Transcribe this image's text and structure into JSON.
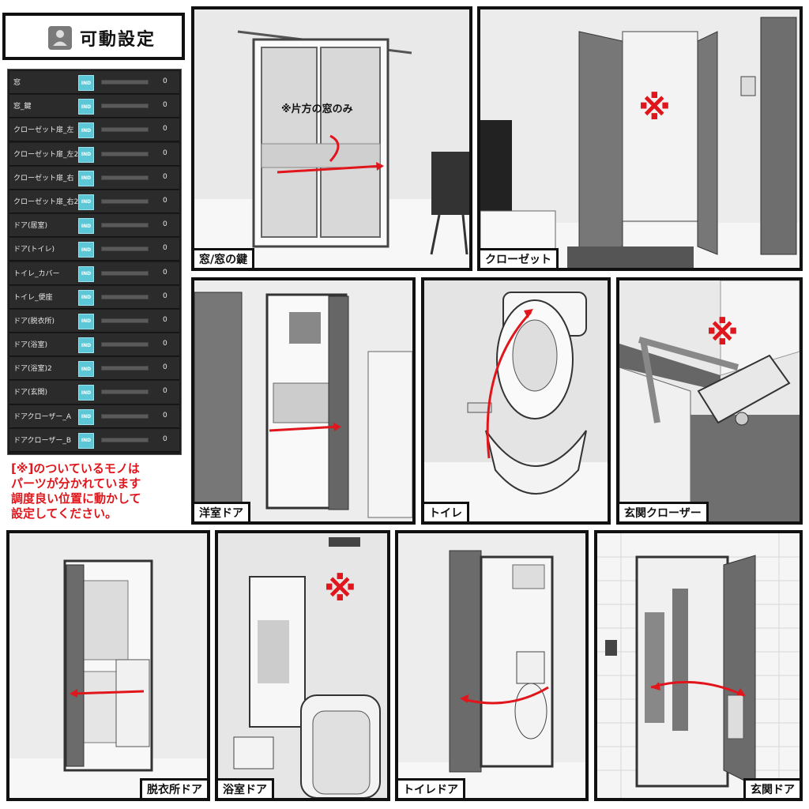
{
  "header": {
    "title": "可動設定",
    "icon": "figure-icon"
  },
  "settings": [
    {
      "label": "窓",
      "toggle": "IND",
      "value": "0"
    },
    {
      "label": "窓_鍵",
      "toggle": "IND",
      "value": "0"
    },
    {
      "label": "クローゼット扉_左",
      "toggle": "IND",
      "value": "0"
    },
    {
      "label": "クローゼット扉_左2",
      "toggle": "IND",
      "value": "0"
    },
    {
      "label": "クローゼット扉_右",
      "toggle": "IND",
      "value": "0"
    },
    {
      "label": "クローゼット扉_右2",
      "toggle": "IND",
      "value": "0"
    },
    {
      "label": "ドア(居室)",
      "toggle": "IND",
      "value": "0"
    },
    {
      "label": "ドア(トイレ)",
      "toggle": "IND",
      "value": "0"
    },
    {
      "label": "トイレ_カバー",
      "toggle": "IND",
      "value": "0"
    },
    {
      "label": "トイレ_便座",
      "toggle": "IND",
      "value": "0"
    },
    {
      "label": "ドア(脱衣所)",
      "toggle": "IND",
      "value": "0"
    },
    {
      "label": "ドア(浴室)",
      "toggle": "IND",
      "value": "0"
    },
    {
      "label": "ドア(浴室)2",
      "toggle": "IND",
      "value": "0"
    },
    {
      "label": "ドア(玄関)",
      "toggle": "IND",
      "value": "0"
    },
    {
      "label": "ドアクローザー_A",
      "toggle": "IND",
      "value": "0"
    },
    {
      "label": "ドアクローザー_B",
      "toggle": "IND",
      "value": "0"
    }
  ],
  "note": [
    "[※]のついているモノは",
    "パーツが分かれています",
    "調度良い位置に動かして",
    "設定してください。"
  ],
  "panels": {
    "window": {
      "caption": "窓/窓の鍵",
      "annotation": "※片方の窓のみ"
    },
    "closet": {
      "caption": "クローゼット",
      "mark": "※"
    },
    "western_door": {
      "caption": "洋室ドア"
    },
    "toilet": {
      "caption": "トイレ"
    },
    "door_closer": {
      "caption": "玄関クローザー",
      "mark": "※"
    },
    "dressing_door": {
      "caption": "脱衣所ドア"
    },
    "bath_door": {
      "caption": "浴室ドア",
      "mark": "※"
    },
    "toilet_door": {
      "caption": "トイレドア"
    },
    "entrance_door": {
      "caption": "玄関ドア"
    }
  },
  "colors": {
    "accent_red": "#e0161c",
    "toggle": "#5cc7d6",
    "panel_bg": "#1b1b1b"
  }
}
